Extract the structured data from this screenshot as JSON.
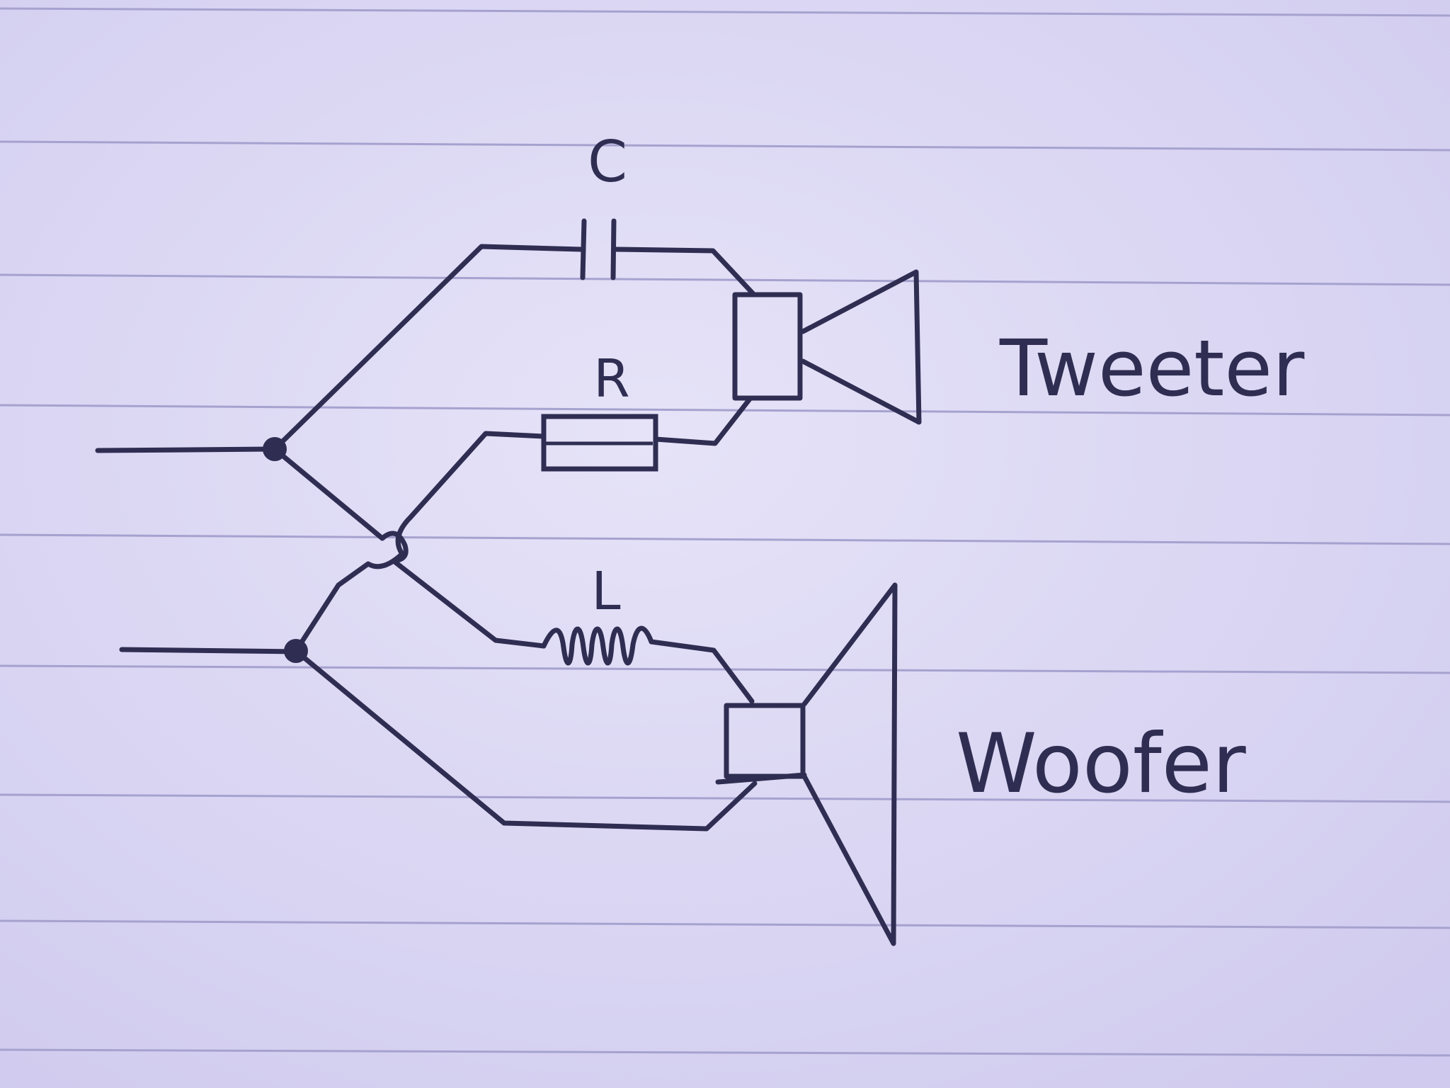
{
  "labels": {
    "capacitor": "C",
    "resistor": "R",
    "inductor": "L",
    "tweeter": "Tweeter",
    "woofer": "Woofer"
  },
  "colors": {
    "paper": "#dcd8f4",
    "ink": "#2f2e52",
    "rule": "#a6a2cf"
  }
}
